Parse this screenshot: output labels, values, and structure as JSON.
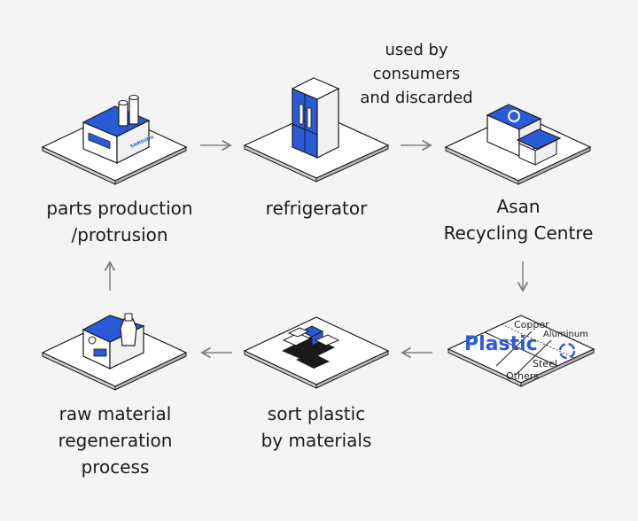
{
  "colors": {
    "background": "#f4f4f4",
    "accent_blue": "#2a5bd7",
    "arrow_gray": "#808080",
    "outline": "#1a1a1a"
  },
  "nodes": {
    "parts_production": {
      "line1": "parts production",
      "line2": "/protrusion",
      "icon": "factory-icon",
      "brand": "SAMSUNG"
    },
    "refrigerator": {
      "line1": "refrigerator",
      "icon": "refrigerator-icon"
    },
    "recycling_centre": {
      "line1": "Asan",
      "line2": "Recycling Centre",
      "icon": "recycling-building-icon"
    },
    "sorting_bins": {
      "icon": "sorting-grid-icon",
      "plastic": "Plastic",
      "copper": "Copper",
      "aluminum": "Aluminum",
      "steel": "Steel",
      "others": "Others"
    },
    "sort_plastic": {
      "line1": "sort plastic",
      "line2": "by materials",
      "icon": "sorting-machine-icon"
    },
    "raw_material": {
      "line1": "raw material",
      "line2": "regeneration",
      "line3": "process",
      "icon": "plant-icon"
    }
  },
  "annotation": {
    "line1": "used by",
    "line2": "consumers",
    "line3": "and discarded"
  }
}
